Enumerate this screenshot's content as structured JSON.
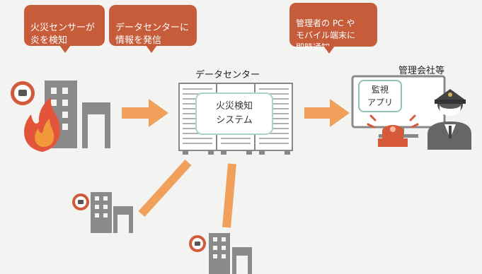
{
  "bubbles": {
    "fire_sensor": "火災センサーが\n炎を検知",
    "data_center_notify": "データセンターに\n情報を発信",
    "admin_notify": "管理者の PC や\nモバイル端末に\n即時通知"
  },
  "labels": {
    "data_center": "データセンター",
    "management_company": "管理会社等",
    "fire_system": "火災検知\nシステム",
    "monitor_app": "監視\nアプリ"
  },
  "icons": [
    "sensor-icon",
    "building-icon",
    "fire-icon",
    "server-rack-icon",
    "arrow-icon",
    "alarm-light-icon",
    "monitor-icon",
    "security-guard-icon"
  ],
  "colors": {
    "accent": "#c65c3a",
    "arrow": "#f0a05a",
    "building": "#8a8a8a",
    "box_border": "#a9d3cc"
  }
}
